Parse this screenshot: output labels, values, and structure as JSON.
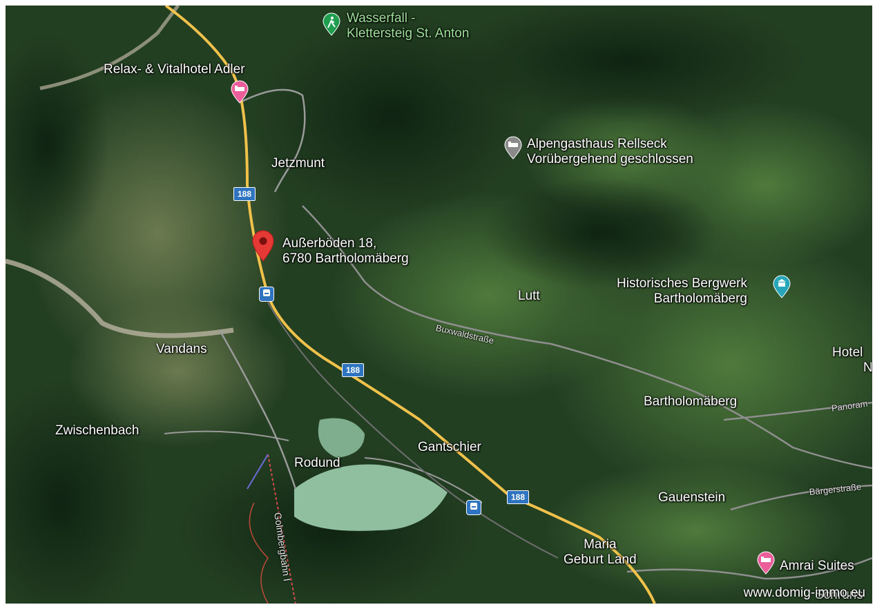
{
  "map": {
    "places": {
      "wasserfall_line1": "Wasserfall -",
      "wasserfall_line2": "Klettersteig St. Anton",
      "relax_hotel": "Relax- & Vitalhotel Adler",
      "jetzmunt": "Jetzmunt",
      "alpengasthaus": "Alpengasthaus Rellseck",
      "alpengasthaus_status": "Vorübergehend geschlossen",
      "address_line1": "Außerböden 18,",
      "address_line2": "6780 Bartholomäberg",
      "lutt": "Lutt",
      "bergwerk_line1": "Historisches Bergwerk",
      "bergwerk_line2": "Bartholomäberg",
      "vandans": "Vandans",
      "hotel_partial": "Hotel",
      "hotel_partial_2": "N",
      "zwischenbach": "Zwischenbach",
      "bartholomaeberg": "Bartholomäberg",
      "rodund": "Rodund",
      "gantschier": "Gantschier",
      "gauenstein": "Gauenstein",
      "maria_line1": "Maria",
      "maria_line2": "Geburt Land",
      "amrai": "Amrai Suites",
      "schruns": "Schruns"
    },
    "streets": {
      "buxwald": "Buxwaldstraße",
      "panoram": "Panoram",
      "baerger": "Bärgerstraße",
      "golmbergbahn": "Golmbergbahn I"
    },
    "route_number": "188",
    "watermark": "www.domig-immo.eu",
    "colors": {
      "pin_red": "#e53935",
      "hotel_pink": "#ec5e9a",
      "poi_gray": "#8a8a8a",
      "poi_teal": "#26a6b8",
      "poi_green": "#1e9e4e",
      "main_road": "#f0c14b",
      "route_badge": "#2f74c0"
    },
    "icons": [
      "map-pin-icon",
      "hotel-icon",
      "lodging-icon",
      "hiking-icon",
      "museum-icon",
      "train-station-icon"
    ]
  }
}
